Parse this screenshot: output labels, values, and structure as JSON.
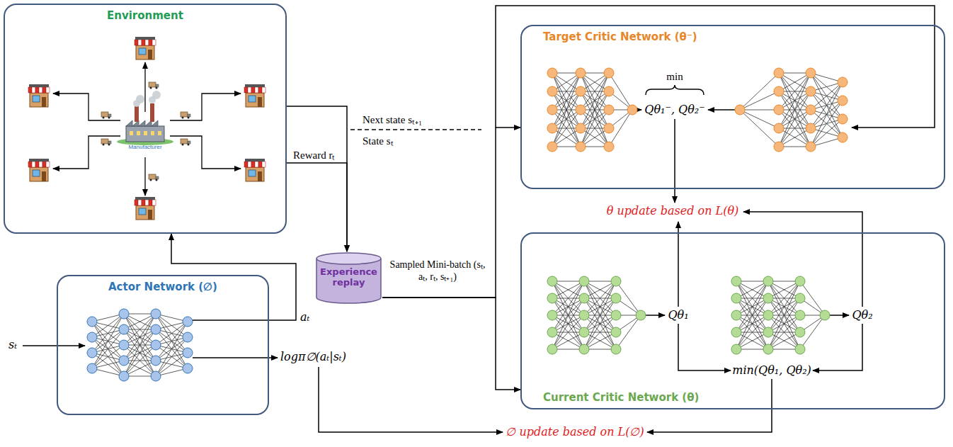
{
  "diagram": {
    "nodes": [
      {
        "text": [
          "Environment"
        ]
      },
      {
        "text": [
          "Experience replay"
        ]
      },
      {
        "text": [
          "Target Critic Network (θ⁻)"
        ]
      },
      {
        "text": [
          "Current Critic Network (θ)"
        ]
      },
      {
        "text": [
          "Actor Network (∅)"
        ]
      }
    ],
    "edges": [
      {
        "from": 0,
        "to": 1,
        "arrow": "to"
      },
      {
        "from": 0,
        "to": 1,
        "arrow": "to"
      },
      {
        "from": 1,
        "to": 2,
        "arrow": "to"
      },
      {
        "from": 1,
        "to": 3,
        "arrow": "to"
      },
      {
        "from": 4,
        "to": 0,
        "arrow": "to"
      }
    ],
    "labels": [
      "Manufacturer",
      "sₜ",
      "aₜ",
      "logπ∅(aₜ|sₜ)",
      "Next state sₜ₊₁",
      "State sₜ",
      "Reward rₜ",
      "Sampled Mini-batch (sₜ, aₜ, rₜ, sₜ₊₁)",
      "min",
      "Qθ₁⁻, Qθ₂⁻",
      "θ update based on L(θ)",
      "Qθ₁",
      "Qθ₂",
      "min(Qθ₁, Qθ₂)",
      "∅ update based on L(∅)"
    ]
  }
}
